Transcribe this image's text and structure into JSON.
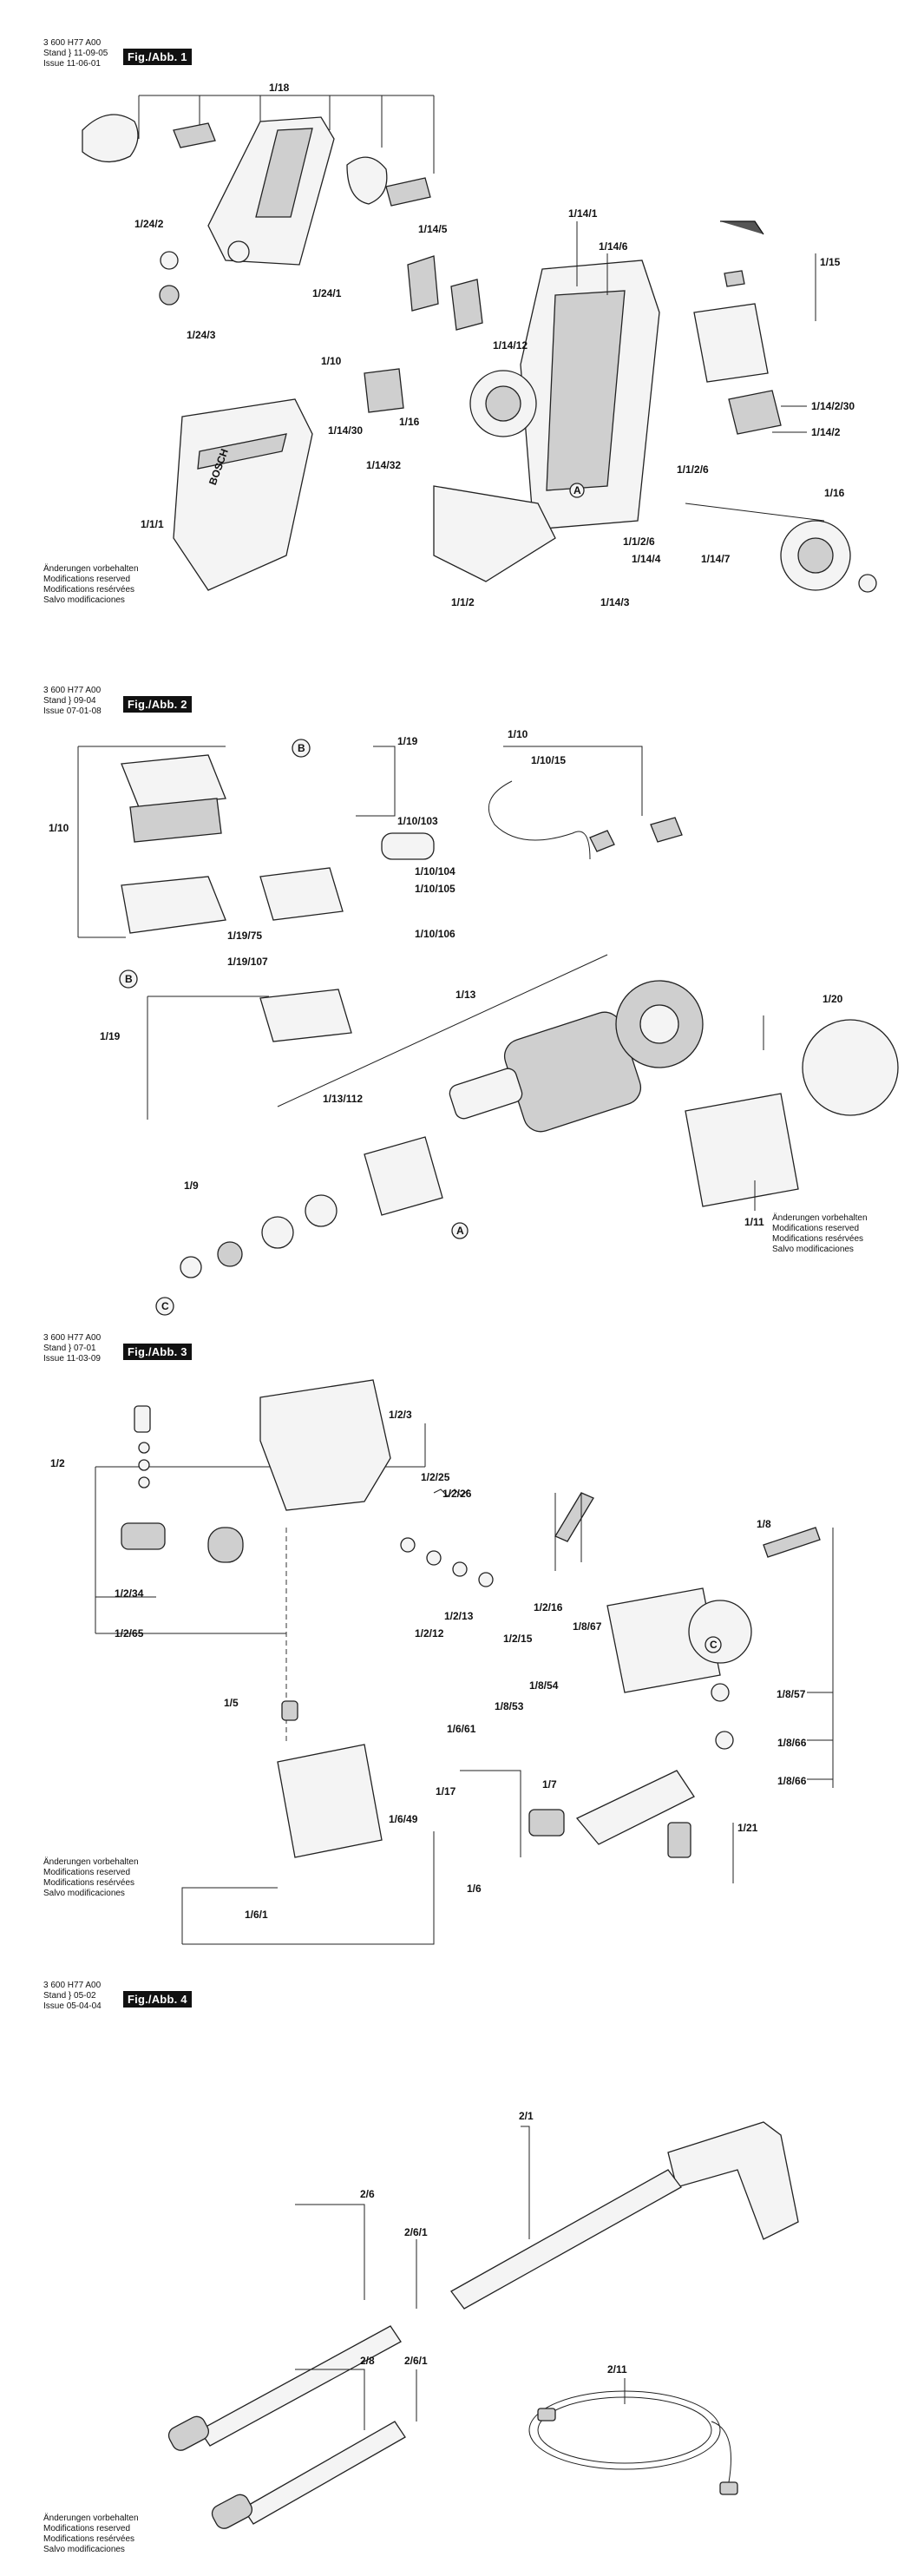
{
  "document_number": "3 600 H77 A00",
  "stand_label": "Stand",
  "issue_label": "Issue",
  "notes": [
    "Änderungen vorbehalten",
    "Modifications reserved",
    "Modifications resérvées",
    "Salvo modificaciones"
  ],
  "figures": [
    {
      "tag": "Fig./Abb. 1",
      "stand_date": "11-09-05",
      "issue_date": "11-06-01",
      "labels": {
        "a": "1/18",
        "b": "1/24/2",
        "c": "1/24/1",
        "d": "1/24/3",
        "e": "1/14/5",
        "f": "1/14/1",
        "g": "1/14/6",
        "h": "1/15",
        "i": "1/14/12",
        "j": "1/10",
        "k": "1/14/30",
        "l": "1/16",
        "m": "1/14/32",
        "n": "1/14/2/30",
        "o": "1/14/2",
        "p": "1/1/2/6",
        "q": "A",
        "r": "1/16",
        "s": "1/1/2/6",
        "t": "1/14/4",
        "u": "1/14/7",
        "v": "1/14/3",
        "w": "1/1/1",
        "x": "1/1/2"
      },
      "brand_text": "BOSCH"
    },
    {
      "tag": "Fig./Abb. 2",
      "stand_date": "09-04",
      "issue_date": "07-01-08",
      "labels": {
        "a": "B",
        "b": "1/19",
        "c": "1/10",
        "d": "1/10/15",
        "e": "1/10",
        "f": "1/10/103",
        "g": "1/10/104",
        "h": "1/10/105",
        "i": "1/10/106",
        "j": "B",
        "k": "1/19/75",
        "l": "1/19/107",
        "m": "1/19",
        "n": "1/13",
        "o": "1/20",
        "p": "1/13/112",
        "q": "1/9",
        "r": "A",
        "s": "C",
        "t": "1/11"
      }
    },
    {
      "tag": "Fig./Abb. 3",
      "stand_date": "07-01",
      "issue_date": "11-03-09",
      "labels": {
        "a": "1/2/3",
        "b": "1/2",
        "c": "1/2/25",
        "d": "1/2/26",
        "e": "1/8",
        "f": "1/2/34",
        "g": "1/2/16",
        "h": "1/2/13",
        "i": "1/2/12",
        "j": "1/2/15",
        "k": "1/8/67",
        "l": "1/2/65",
        "m": "C",
        "n": "1/8/57",
        "o": "1/8/54",
        "p": "1/8/53",
        "q": "1/5",
        "r": "1/6/61",
        "s": "1/8/66",
        "t": "1/8/66",
        "u": "1/17",
        "v": "1/7",
        "w": "1/6/49",
        "x": "1/21",
        "y": "1/6",
        "z": "1/6/1"
      }
    },
    {
      "tag": "Fig./Abb. 4",
      "stand_date": "05-02",
      "issue_date": "05-04-04",
      "labels": {
        "a": "2/1",
        "b": "2/6",
        "c": "2/6/1",
        "d": "2/8",
        "e": "2/6/1",
        "f": "2/11"
      }
    }
  ]
}
